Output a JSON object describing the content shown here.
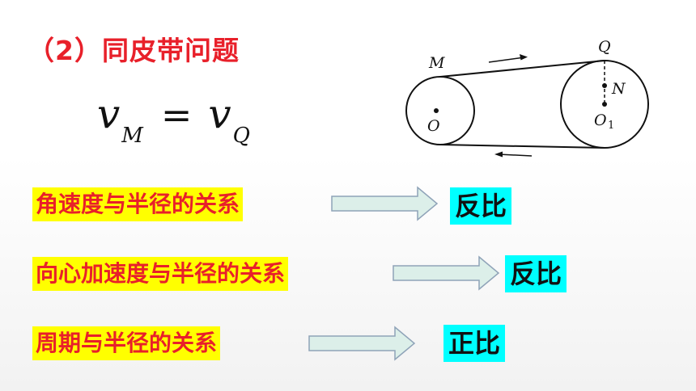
{
  "title": "（2）同皮带问题",
  "formula": {
    "v1": "v",
    "sub1": "M",
    "eq": "=",
    "v2": "v",
    "sub2": "Q"
  },
  "diagram": {
    "label_M": "M",
    "label_Q": "Q",
    "label_N": "N",
    "label_O": "O",
    "label_O1": "O",
    "label_O1_sub": "1"
  },
  "rows": [
    {
      "label": "角速度与半径的关系",
      "answer": "反比"
    },
    {
      "label": "向心加速度与半径的关系",
      "answer": "反比"
    },
    {
      "label": "周期与半径的关系",
      "answer": "正比"
    }
  ],
  "colors": {
    "title": "#e8202a",
    "highlight": "#ffff00",
    "answer_bg": "#00ffff",
    "arrow_fill": "#dcefe9",
    "arrow_stroke": "#8fa3b8"
  }
}
